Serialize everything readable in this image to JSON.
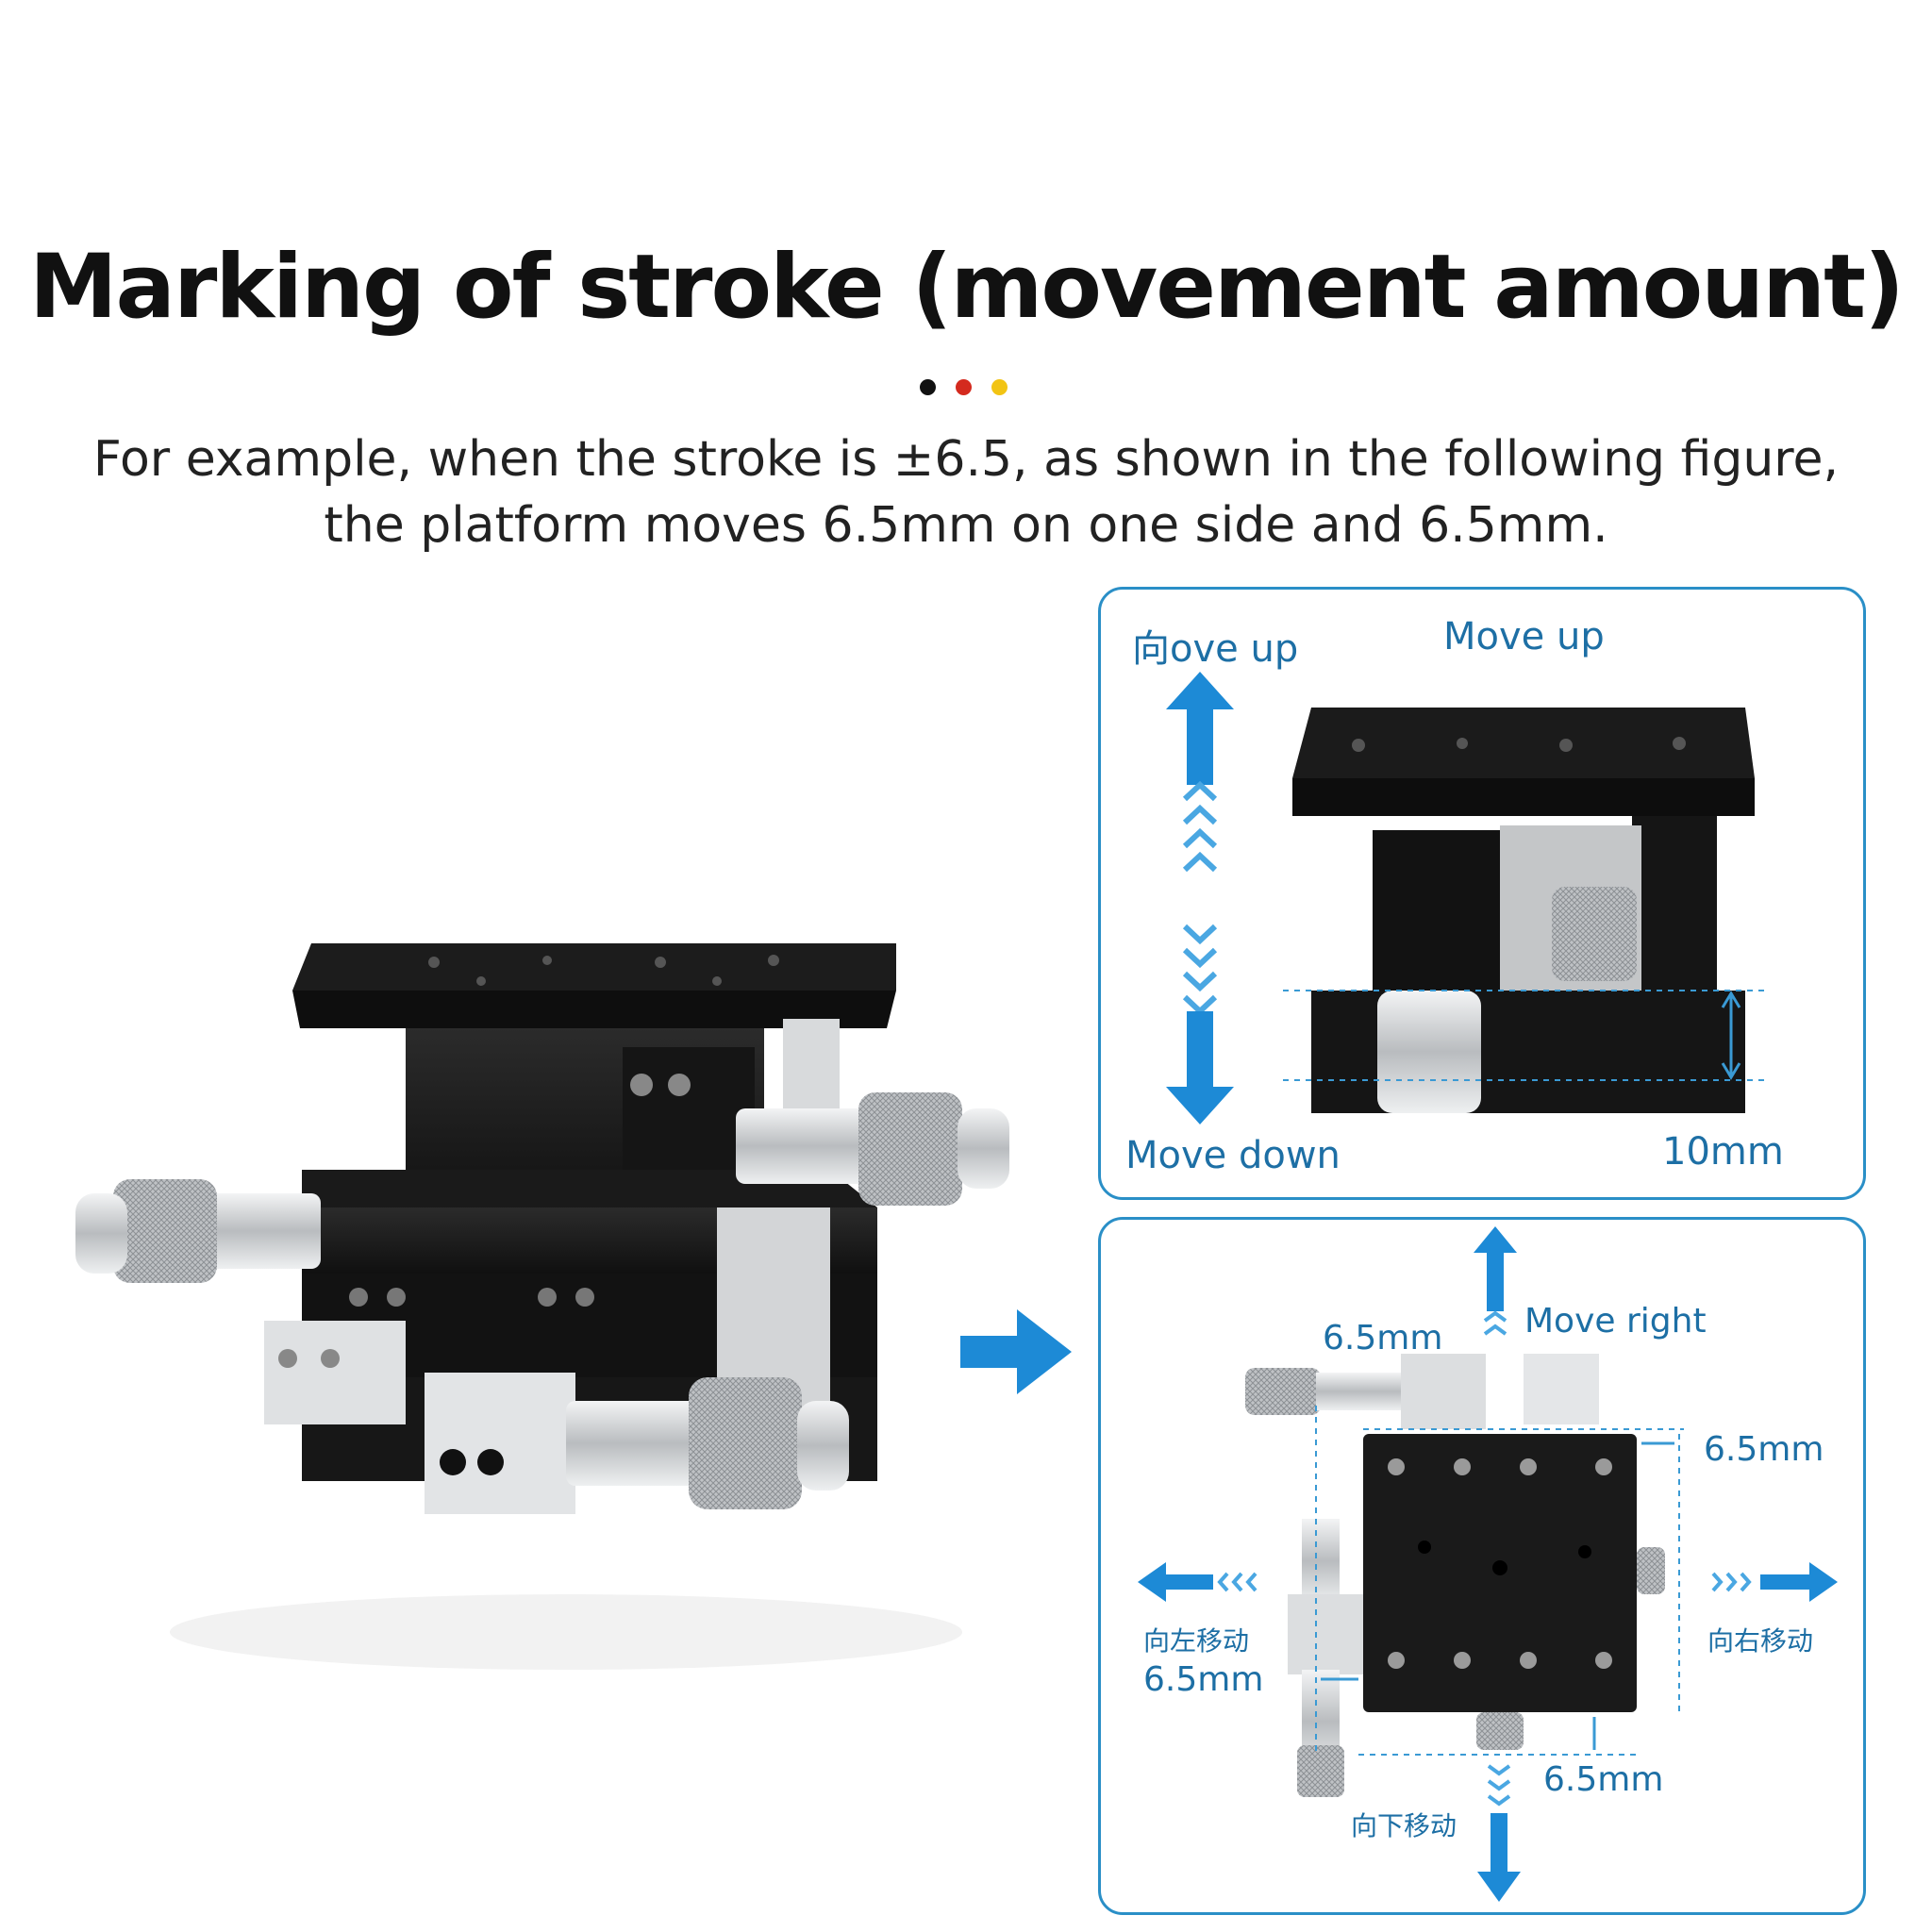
{
  "header": {
    "title": "Marking of stroke (movement amount)",
    "dots": [
      {
        "color": "#111111"
      },
      {
        "color": "#d42a1e"
      },
      {
        "color": "#f2c414"
      }
    ],
    "subtitle_line1": "For example, when the stroke is ±6.5, as shown in the following figure,",
    "subtitle_line2": "the platform moves 6.5mm on one side and 6.5mm."
  },
  "arrow": {
    "color": "#1d8ad6",
    "icon": "arrow-right-icon"
  },
  "panel_vertical": {
    "label_top_left": "向ove up",
    "label_top_right": "Move up",
    "label_bottom_left": "Move down",
    "label_bottom_right": "10mm"
  },
  "panel_xy": {
    "label_top_dim": "6.5mm",
    "label_move_right": "Move right",
    "label_right_dim": "6.5mm",
    "label_left_cn": "向左移动",
    "label_left_dim": "6.5mm",
    "label_right_cn": "向右移动",
    "label_bottom_dim": "6.5mm",
    "label_down_cn": "向下移动"
  },
  "colors": {
    "accent_blue": "#2a8fc7",
    "label_blue": "#1d6fa5",
    "stage_black": "#1a1a1a",
    "micrometer_silver": "#c9cbcd"
  }
}
